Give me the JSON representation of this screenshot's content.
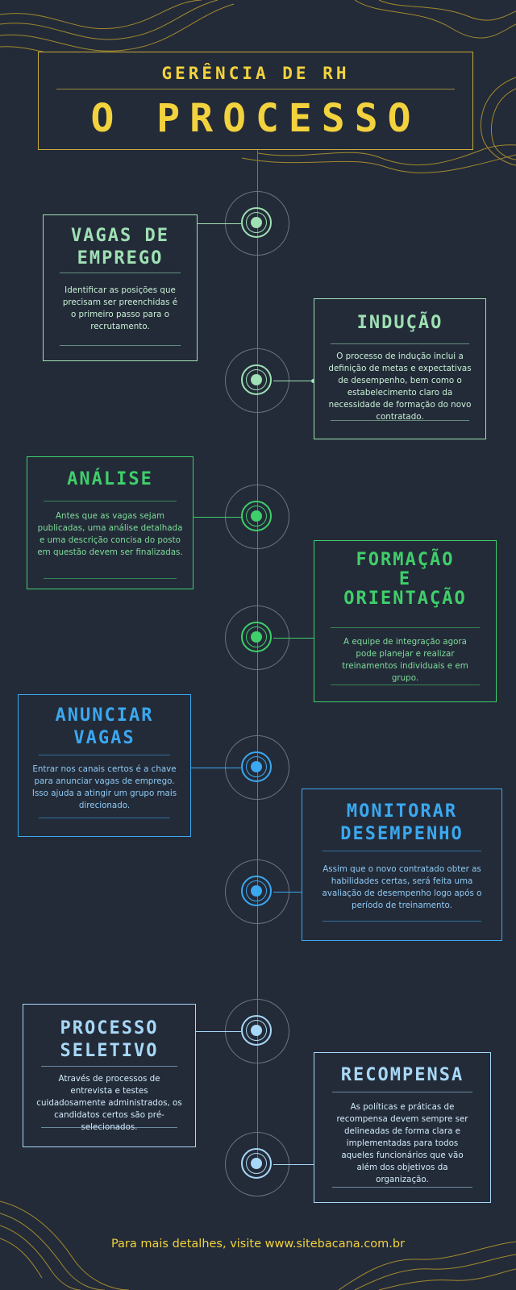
{
  "header": {
    "subtitle": "GERÊNCIA DE RH",
    "title": "O PROCESSO"
  },
  "steps": [
    {
      "title": "VAGAS DE\nEMPREGO",
      "text": "Identificar as posições que precisam ser preenchidas é o primeiro passo para o recrutamento.",
      "color": "#9fe0b4"
    },
    {
      "title": "INDUÇÃO",
      "text": "O processo de indução inclui a definição de metas e expectativas de desempenho, bem como o estabelecimento claro da necessidade de formação do novo contratado.",
      "color": "#9fe0b4"
    },
    {
      "title": "ANÁLISE",
      "text": "Antes que as vagas sejam publicadas, uma análise detalhada e uma descrição concisa do posto em questão devem ser finalizadas.",
      "color": "#3fcf6a"
    },
    {
      "title": "FORMAÇÃO\nE\nORIENTAÇÃO",
      "text": "A equipe de integração agora pode planejar e realizar treinamentos individuais e em grupo.",
      "color": "#3fcf6a"
    },
    {
      "title": "ANUNCIAR\nVAGAS",
      "text": "Entrar nos canais certos é a chave para anunciar vagas de emprego. Isso ajuda a atingir um grupo mais direcionado.",
      "color": "#3ba8f0"
    },
    {
      "title": "MONITORAR\nDESEMPENHO",
      "text": "Assim que o novo contratado obter as habilidades certas, será feita uma avaliação de desempenho logo após o período de treinamento.",
      "color": "#3ba8f0"
    },
    {
      "title": "PROCESSO\nSELETIVO",
      "text": "Através de processos de entrevista e testes cuidadosamente administrados, os candidatos certos são pré-selecionados.",
      "color": "#a8d8f8"
    },
    {
      "title": "RECOMPENSA",
      "text": "As políticas e práticas de recompensa devem sempre ser delineadas de forma clara e implementadas para todos aqueles funcionários que vão além dos objetivos da organização.",
      "color": "#a8d8f8"
    }
  ],
  "footer": "Para mais detalhes, visite www.sitebacana.com.br"
}
